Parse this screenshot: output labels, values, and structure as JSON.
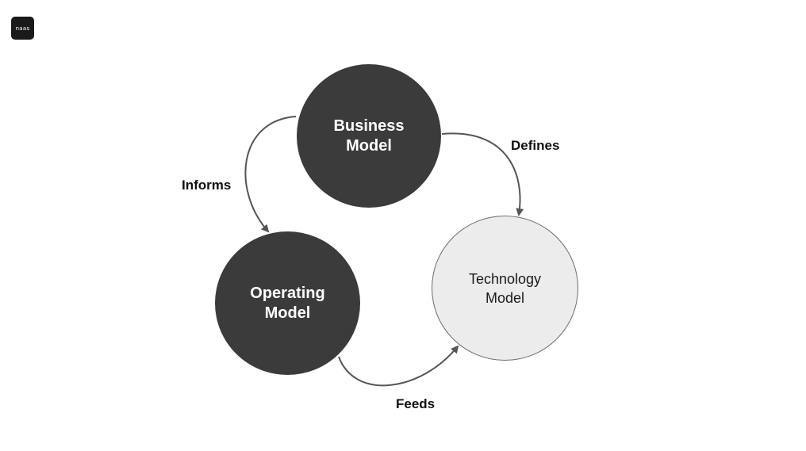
{
  "logo": {
    "text": "naas"
  },
  "nodes": {
    "business": {
      "line1": "Business",
      "line2": "Model"
    },
    "operating": {
      "line1": "Operating",
      "line2": "Model"
    },
    "technology": {
      "line1": "Technology",
      "line2": "Model"
    }
  },
  "edges": {
    "informs": "Informs",
    "defines": "Defines",
    "feeds": "Feeds"
  },
  "colors": {
    "dark_node": "#3b3b3b",
    "light_node": "#ececec",
    "arrow": "#555555"
  }
}
